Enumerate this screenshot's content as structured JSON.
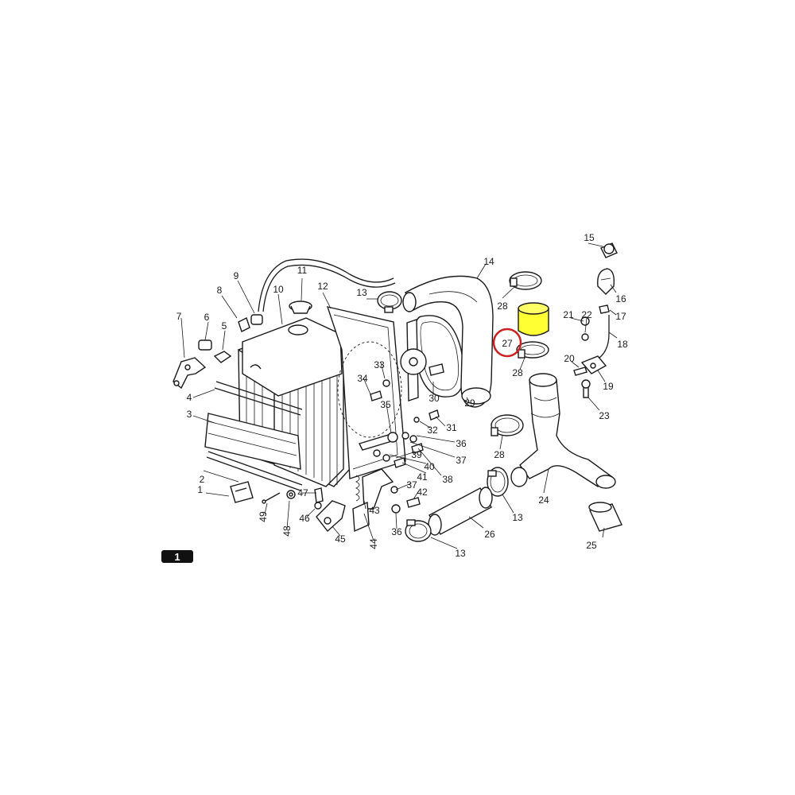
{
  "figure_number": "1",
  "highlight": {
    "fill": "#ffff33",
    "ring": "#cc1f1f",
    "part": "27"
  },
  "callouts": {
    "c1": "1",
    "c2": "2",
    "c3": "3",
    "c4": "4",
    "c5": "5",
    "c6": "6",
    "c7": "7",
    "c8": "8",
    "c9": "9",
    "c10": "10",
    "c11": "11",
    "c12": "12",
    "c13a": "13",
    "c13b": "13",
    "c13c": "13",
    "c14": "14",
    "c15": "15",
    "c16": "16",
    "c17": "17",
    "c18": "18",
    "c19": "19",
    "c20": "20",
    "c21": "21",
    "c22": "22",
    "c23": "23",
    "c24": "24",
    "c25": "25",
    "c26": "26",
    "c27": "27",
    "c28a": "28",
    "c28b": "28",
    "c28c": "28",
    "c29": "29",
    "c30": "30",
    "c31": "31",
    "c32": "32",
    "c33": "33",
    "c34": "34",
    "c35": "35",
    "c36a": "36",
    "c36b": "36",
    "c37a": "37",
    "c37b": "37",
    "c38": "38",
    "c39": "39",
    "c40": "40",
    "c41": "41",
    "c42": "42",
    "c43": "43",
    "c44": "44",
    "c45": "45",
    "c46": "46",
    "c47": "47",
    "c48": "48",
    "c49": "49"
  }
}
